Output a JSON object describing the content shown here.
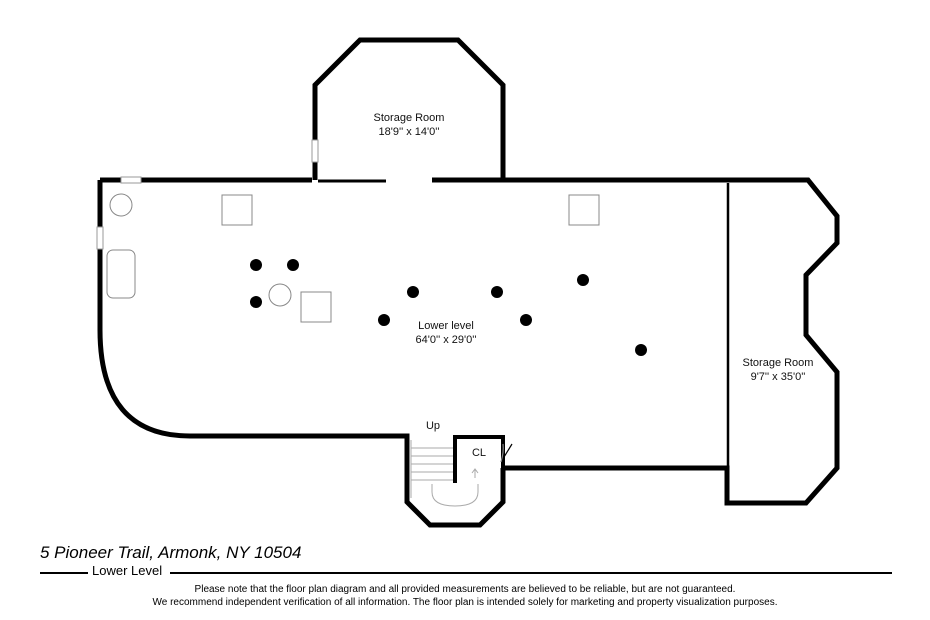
{
  "rooms": [
    {
      "name": "Storage Room",
      "dims": "18'9'' x 14'0''"
    },
    {
      "name": "Lower level",
      "dims": "64'0'' x 29'0''"
    },
    {
      "name": "Storage Room",
      "dims": "9'7'' x 35'0''"
    }
  ],
  "stairs_label": "Up",
  "closet_label": "CL",
  "footer": {
    "address": "5 Pioneer Trail, Armonk, NY 10504",
    "level": "Lower Level",
    "disclaimer_line1": "Please note that the floor plan diagram and all provided measurements are believed to be reliable, but are not guaranteed.",
    "disclaimer_line2": "We recommend independent verification of all information. The floor plan is intended solely for marketing and property visualization purposes."
  }
}
